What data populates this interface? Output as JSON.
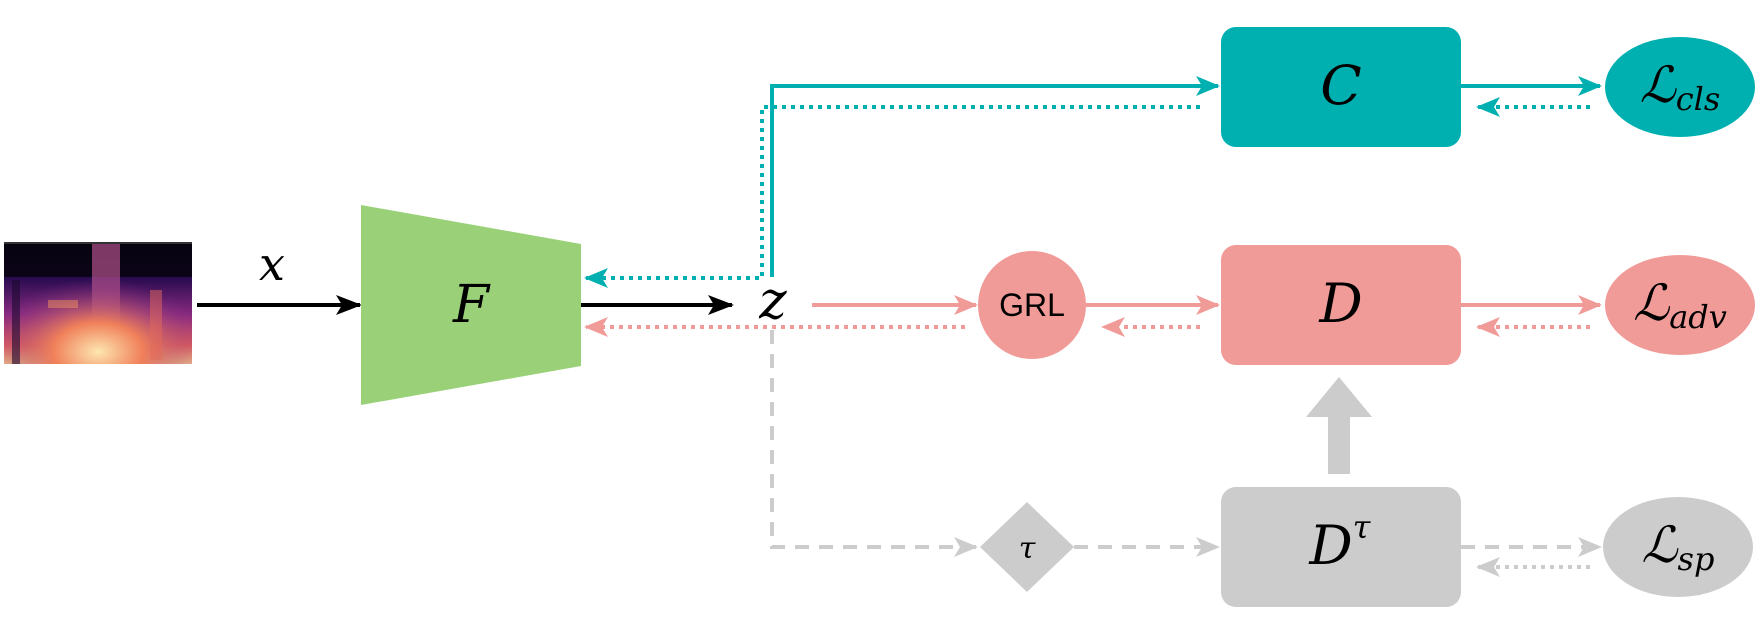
{
  "colors": {
    "teal": "#00b0b0",
    "salmon": "#f09b98",
    "gray": "#cccccc",
    "green": "#9ad178",
    "black": "#000000"
  },
  "input": {
    "label": "x",
    "image": "spectrogram"
  },
  "nodes": {
    "feature_extractor": {
      "label": "F"
    },
    "latent": {
      "label": "z"
    },
    "classifier": {
      "label": "C"
    },
    "grl": {
      "label": "GRL"
    },
    "discriminator": {
      "label": "D"
    },
    "tau": {
      "label": "τ"
    },
    "discriminator_tau": {
      "label": "D",
      "superscript": "τ"
    },
    "loss_cls": {
      "label": "ℒ",
      "subscript": "cls"
    },
    "loss_adv": {
      "label": "ℒ",
      "subscript": "adv"
    },
    "loss_sp": {
      "label": "ℒ",
      "subscript": "sp"
    }
  }
}
